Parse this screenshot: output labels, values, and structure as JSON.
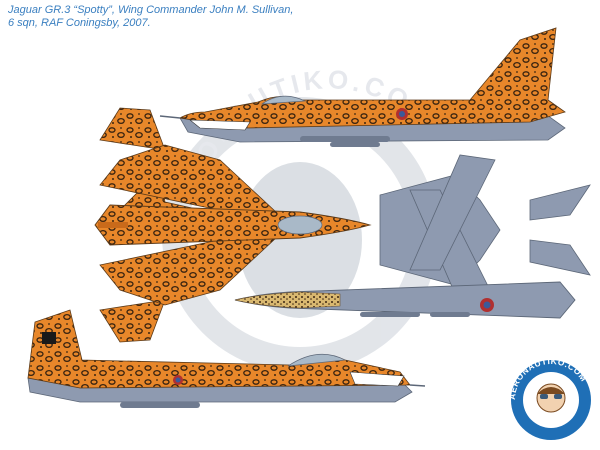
{
  "caption": {
    "line1": "Jaguar GR.3 “Spotty”, Wing Commander John M. Sullivan,",
    "line2": "6 sqn, RAF Coningsby, 2007."
  },
  "watermark": {
    "text": "AERONAUTIKO.COM"
  },
  "badge": {
    "text": "AERONAUTIKO.COM"
  },
  "colors": {
    "orange": "#e8872a",
    "dark_orange": "#c96a1a",
    "spot": "#3a2410",
    "grey": "#8e9ab0",
    "grey_dark": "#6f7b90",
    "caption_blue": "#3a7fc0",
    "watermark": "#d9dde2"
  }
}
